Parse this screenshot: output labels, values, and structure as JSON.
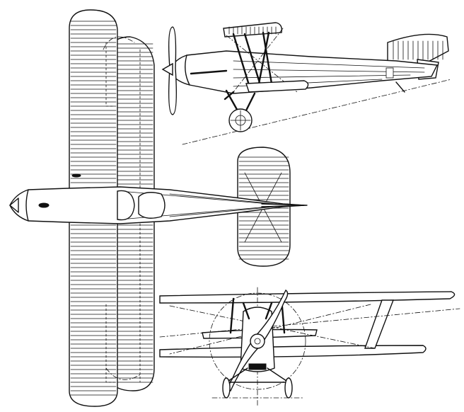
{
  "drawing": {
    "ink_color": "#111111",
    "paper_color": "#ffffff",
    "views": [
      {
        "name": "side-view"
      },
      {
        "name": "plan-view"
      },
      {
        "name": "front-view"
      }
    ]
  }
}
